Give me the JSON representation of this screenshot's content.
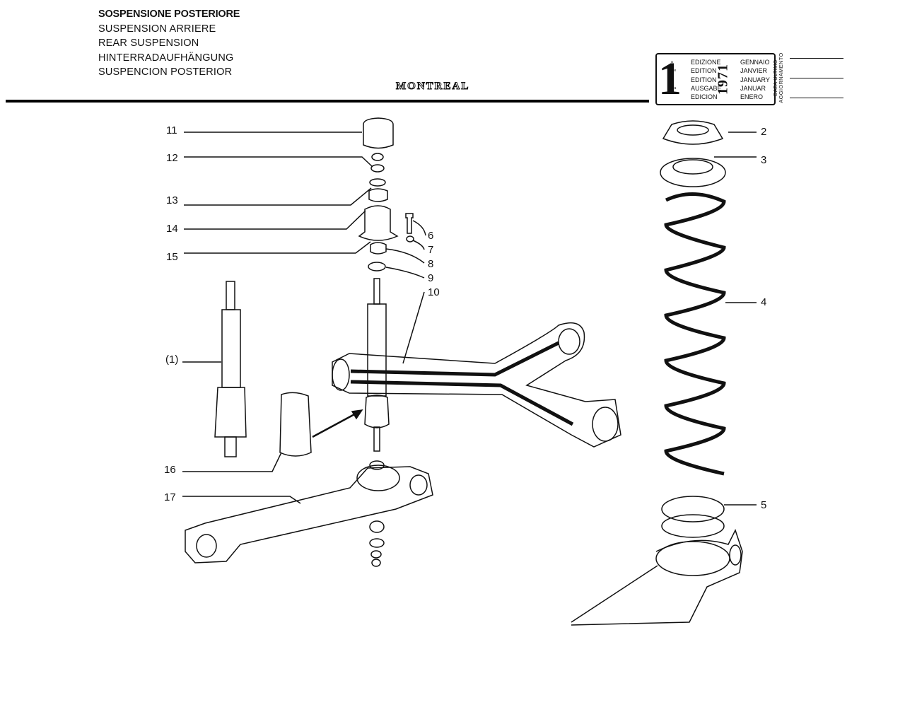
{
  "header": {
    "titles": [
      "SOSPENSIONE POSTERIORE",
      "SUSPENSION ARRIERE",
      "REAR SUSPENSION",
      "HINTERRADAUFHÄNGUNG",
      "SUSPENCION POSTERIOR"
    ],
    "brand": "MONTREAL"
  },
  "edition": {
    "number": "1",
    "superscripts": [
      "a",
      "ère",
      "st",
      "",
      "era"
    ],
    "labels": [
      "EDIZIONE",
      "EDITION",
      "EDITION",
      "AUSGABE",
      "EDICION"
    ],
    "months": [
      "GENNAIO",
      "JANVIER",
      "JANUARY",
      "JANUAR",
      "ENERO"
    ],
    "year": "1971",
    "last_update": [
      "DATA ULTIMO",
      "AGGIORNAMENTO"
    ]
  },
  "callouts": {
    "c11": "11",
    "c12": "12",
    "c13": "13",
    "c14": "14",
    "c15": "15",
    "c6": "6",
    "c7": "7",
    "c8": "8",
    "c9": "9",
    "c10": "10",
    "c1": "(1)",
    "c16": "16",
    "c17": "17",
    "c2": "2",
    "c3": "3",
    "c4": "4",
    "c5": "5"
  }
}
